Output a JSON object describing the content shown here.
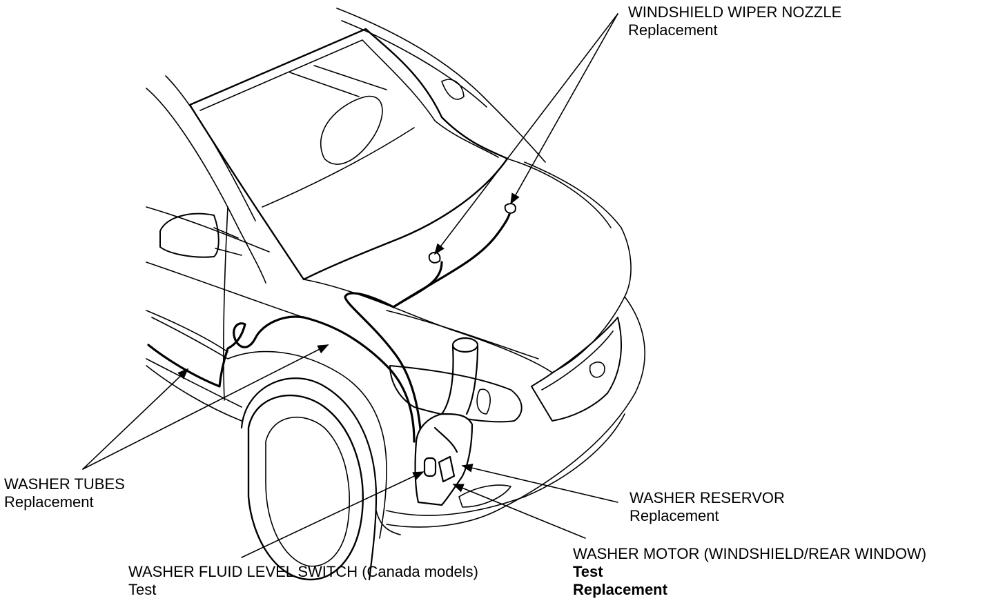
{
  "labels": {
    "wiper_nozzle": {
      "title": "WINDSHIELD WIPER NOZZLE",
      "action": "Replacement"
    },
    "washer_tubes": {
      "title": "WASHER TUBES",
      "action": "Replacement"
    },
    "washer_reservoir": {
      "title": "WASHER RESERVOR",
      "action": "Replacement"
    },
    "fluid_level_switch": {
      "title": "WASHER FLUID LEVEL SWITCH (Canada models)",
      "action": "Test"
    },
    "washer_motor": {
      "title": "WASHER MOTOR (WINDSHIELD/REAR WINDOW)",
      "action1": "Test",
      "action2": "Replacement"
    }
  },
  "colors": {
    "line": "#000000",
    "background": "#ffffff"
  }
}
